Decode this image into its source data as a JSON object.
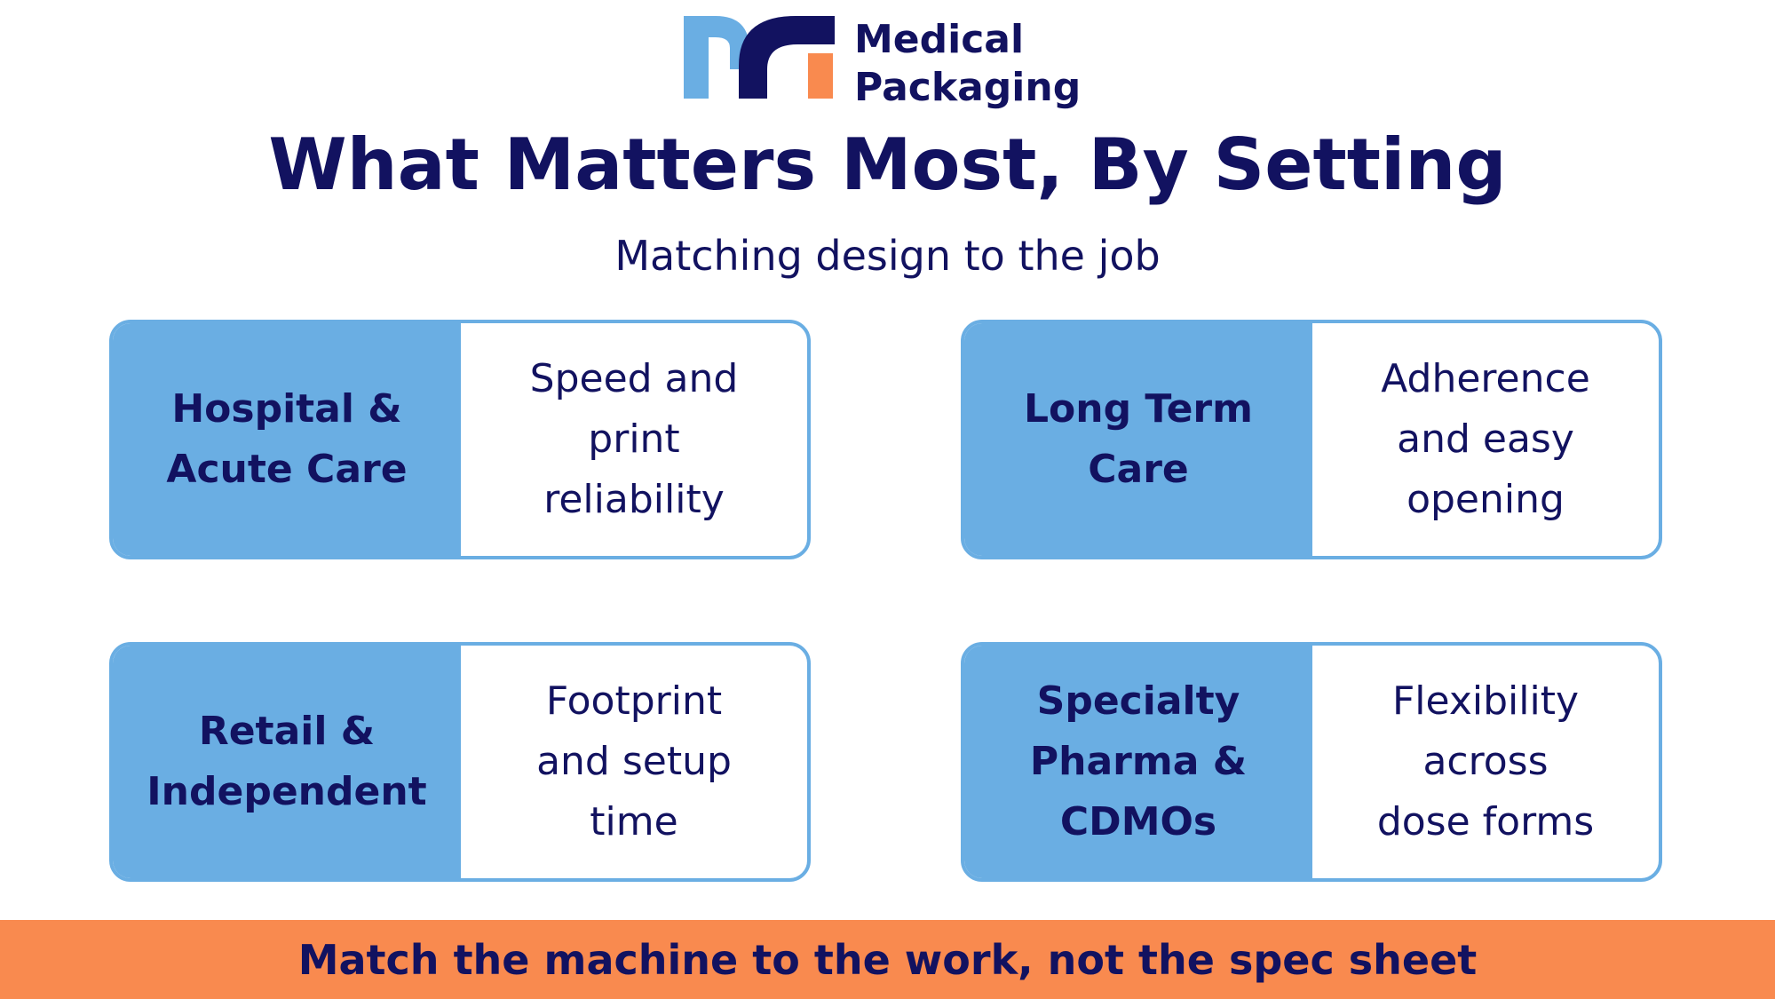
{
  "brand": {
    "line1": "Medical",
    "line2": "Packaging",
    "colors": {
      "navy": "#121260",
      "blue": "#6aaee3",
      "orange": "#f98a4f"
    }
  },
  "title": "What Matters Most, By Setting",
  "subtitle": "Matching design to the job",
  "cards": [
    {
      "label": "Hospital &\nAcute Care",
      "description": "Speed and\nprint\nreliability"
    },
    {
      "label": "Long Term\nCare",
      "description": "Adherence\nand easy\nopening"
    },
    {
      "label": "Retail &\nIndependent",
      "description": "Footprint\nand setup\ntime"
    },
    {
      "label": "Specialty\nPharma &\nCDMOs",
      "description": "Flexibility\nacross\ndose forms"
    }
  ],
  "banner": "Match the machine to the work, not the spec sheet"
}
